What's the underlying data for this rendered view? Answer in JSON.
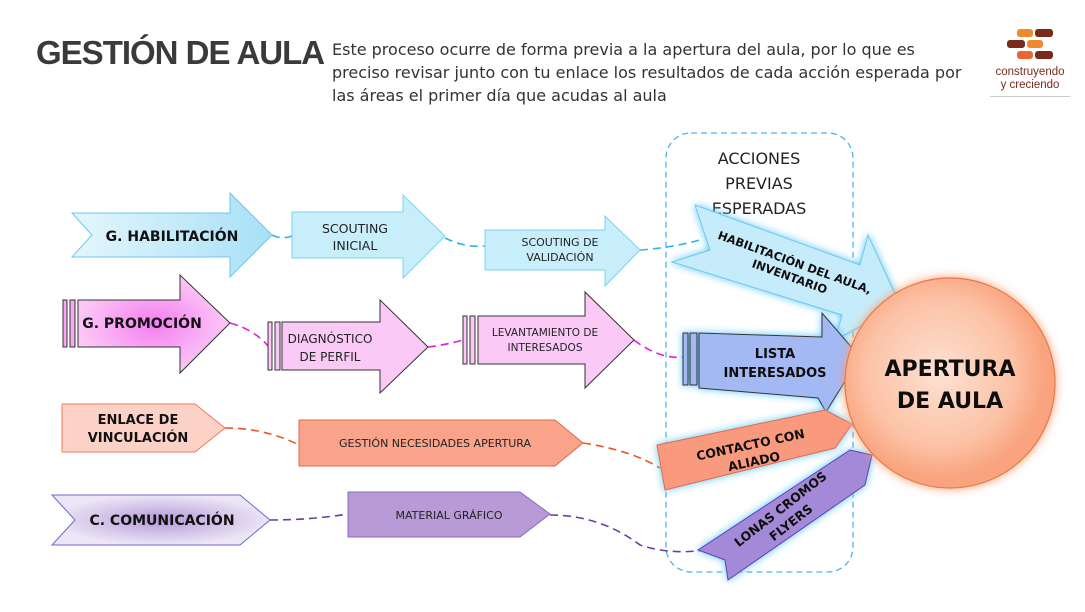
{
  "header": {
    "title": "GESTIÓN DE AULA",
    "description": "Este proceso ocurre de forma previa a la apertura del aula, por lo que es preciso revisar junto con tu enlace los resultados de cada acción esperada por las áreas el primer día que acudas al aula"
  },
  "logo": {
    "line1": "construyendo",
    "line2": "y creciendo"
  },
  "box": {
    "line1": "ACCIONES",
    "line2": "PREVIAS",
    "line3": "ESPERADAS"
  },
  "rows": {
    "habilitacion": {
      "label": "G. HABILITACIÓN",
      "step1a": "SCOUTING",
      "step1b": "INICIAL",
      "step2a": "SCOUTING DE",
      "step2b": "VALIDACIÓN",
      "resulta": "HABILITACIÓN DEL AULA,",
      "resultb": "INVENTARIO",
      "color": "#bfe8f8"
    },
    "promocion": {
      "label": "G. PROMOCIÓN",
      "step1a": "DIAGNÓSTICO",
      "step1b": "DE PERFIL",
      "step2a": "LEVANTAMIENTO DE",
      "step2b": "INTERESADOS",
      "resulta": "LISTA",
      "resultb": "INTERESADOS",
      "color": "#f7a8f0"
    },
    "vinculacion": {
      "labela": "ENLACE DE",
      "labelb": "VINCULACIÓN",
      "step1": "GESTIÓN NECESIDADES APERTURA",
      "resulta": "CONTACTO CON",
      "resultb": "ALIADO",
      "color": "#f9a48a"
    },
    "comunicacion": {
      "label": "C. COMUNICACIÓN",
      "step1": "MATERIAL GRÁFICO",
      "resulta": "LONAS CROMOS",
      "resultb": "FLYERS",
      "color": "#a98ad8"
    }
  },
  "target": {
    "line1": "APERTURA",
    "line2": "DE AULA"
  }
}
